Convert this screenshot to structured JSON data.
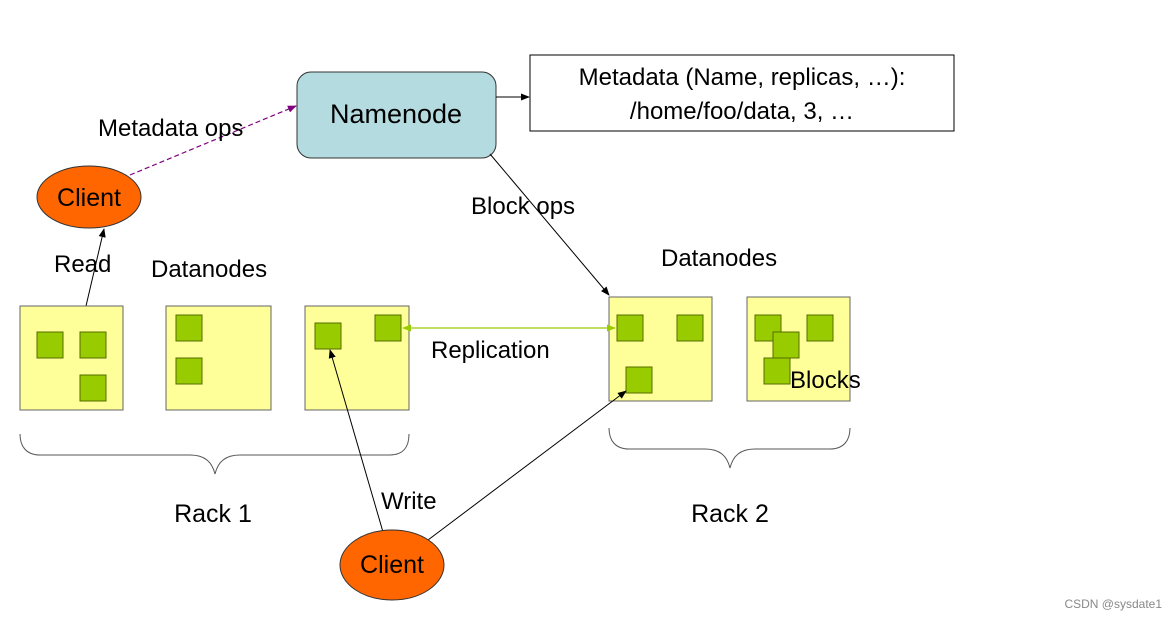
{
  "namenode": {
    "label": "Namenode"
  },
  "metadata_box": {
    "line1": "Metadata (Name, replicas, …):",
    "line2": "/home/foo/data, 3, …"
  },
  "clients": {
    "read_client": "Client",
    "write_client": "Client"
  },
  "edge_labels": {
    "metadata_ops": "Metadata ops",
    "block_ops": "Block ops",
    "read": "Read",
    "write": "Write",
    "replication": "Replication"
  },
  "groups": {
    "datanodes_left": "Datanodes",
    "datanodes_right": "Datanodes",
    "rack1": "Rack 1",
    "rack2": "Rack 2",
    "blocks": "Blocks"
  },
  "colors": {
    "namenode_fill": "#b4dce0",
    "datanode_fill": "#ffff99",
    "block_fill": "#99cc00",
    "client_fill": "#ff6600",
    "metadata_arrow": "#800080",
    "replication_arrow": "#99cc00"
  },
  "watermark": "CSDN @sysdate1"
}
